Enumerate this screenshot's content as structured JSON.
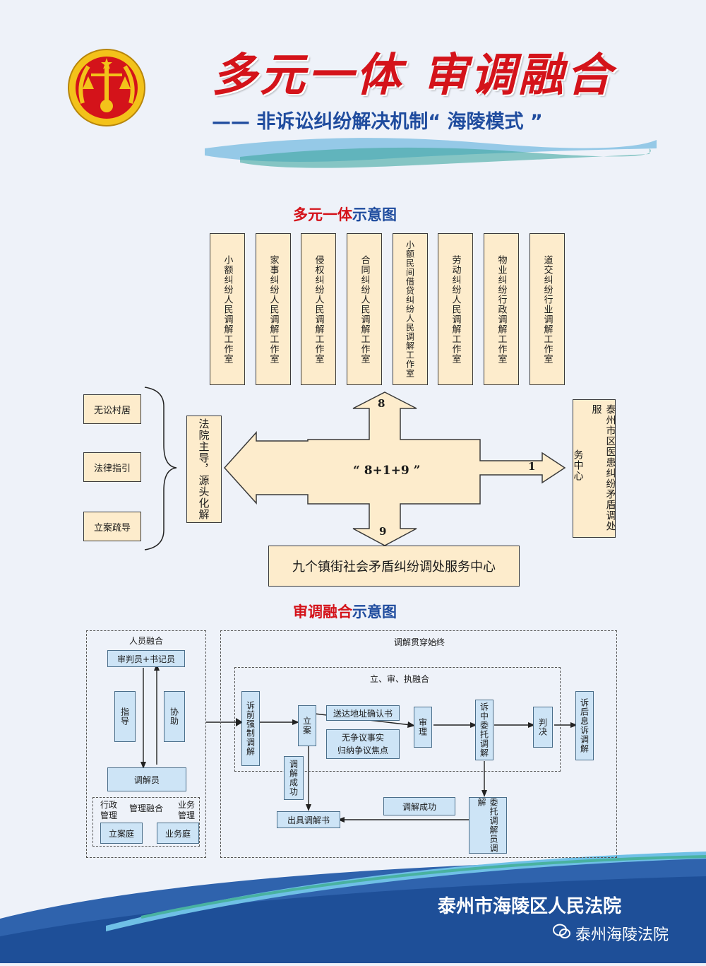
{
  "header": {
    "title": "多元一体  审调融合",
    "subtitle": "—— 非诉讼纠纷解决机制“ 海陵模式 ”"
  },
  "section1": {
    "title_red": "多元一体",
    "title_blue": "示意图",
    "rooms": [
      "小额纠纷人民调解工作室",
      "家事纠纷人民调解工作室",
      "侵权纠纷人民调解工作室",
      "合同纠纷人民调解工作室",
      "小额民间借贷纠纷人民调解工作室",
      "劳动纠纷人民调解工作室",
      "物业纠纷行政调解工作室",
      "道交纠纷行业调解工作室"
    ],
    "left_items": [
      "无讼村居",
      "法律指引",
      "立案疏导"
    ],
    "center_left": "法院主导，源头化解",
    "center": "“ 8+1+9 ”",
    "num_up": "8",
    "num_right": "1",
    "num_down": "9",
    "right_box_col1": "务中心",
    "right_box_col2": "泰州市区医患纠纷矛盾调处服",
    "bottom_box": "九个镇街社会矛盾纠纷调处服务中心"
  },
  "section2": {
    "title_red": "审调融合",
    "title_blue": "示意图",
    "personnel_label": "人员融合",
    "judge": "审判员+书记员",
    "guide": "指导",
    "assist": "协助",
    "mediator": "调解员",
    "admin_mgmt": "行政管理",
    "mgmt_merge": "管理融合",
    "biz_mgmt": "业务管理",
    "filing_court": "立案庭",
    "biz_court": "业务庭",
    "throughout_label": "调解贯穿始终",
    "inner_label": "立、审、执融合",
    "pre_suit": "诉前强制调解",
    "filing": "立案",
    "service_confirm": "送达地址确认书",
    "no_dispute": "无争议事实",
    "focus": "归纳争议焦点",
    "trial": "审理",
    "entrust": "诉中委托调解",
    "judgment": "判决",
    "post": "诉后息诉调解",
    "success1": "调解成功",
    "issue_book": "出具调解书",
    "success2": "调解成功",
    "entrust_mediator": "委托调解员调解"
  },
  "footer": {
    "court": "泰州市海陵区人民法院",
    "wechat": "泰州海陵法院"
  }
}
